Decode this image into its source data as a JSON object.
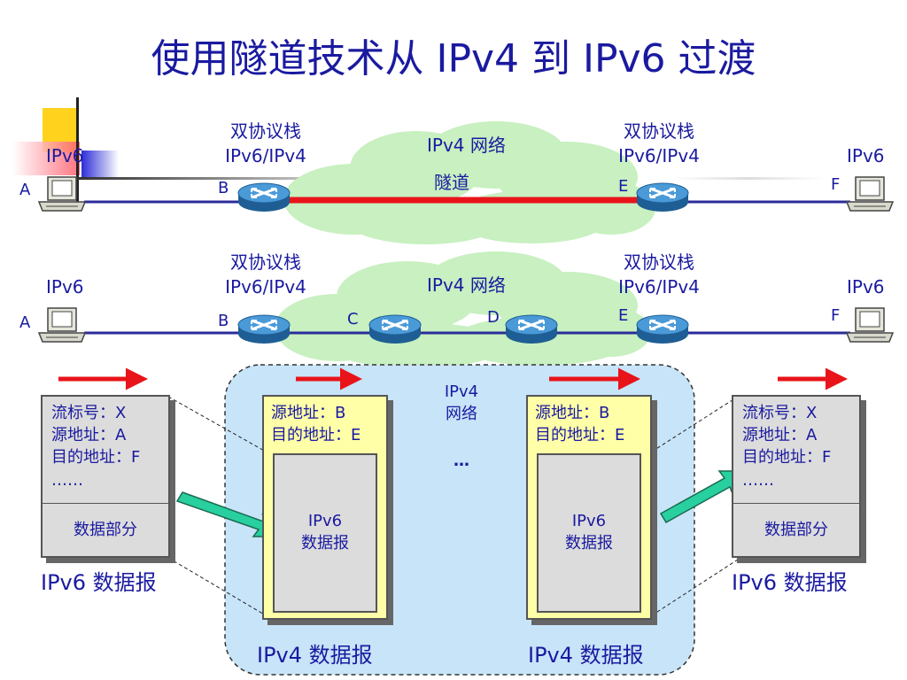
{
  "title": "使用隧道技术从 IPv4 到 IPv6 过渡",
  "colors": {
    "text": "#1a1aa0",
    "link": "#2b2b9a",
    "tunnel": "#e8141a",
    "cloud": "#c8f0c0",
    "router": "#2a7ab8",
    "packet_yellow": "#ffffa8",
    "packet_gray": "#dcdcdc",
    "tunnel_region": "#c8e4f8",
    "arrow_red": "#e8141a",
    "arrow_green": "#28d0a0"
  },
  "top_diagram": {
    "host_a": {
      "type": "IPv6",
      "label": "A",
      "icon": "computer-icon"
    },
    "host_f": {
      "type": "IPv6",
      "label": "F",
      "icon": "computer-icon"
    },
    "router_b": {
      "stack": "双协议栈",
      "proto": "IPv6/IPv4",
      "label": "B",
      "icon": "router-icon"
    },
    "router_e": {
      "stack": "双协议栈",
      "proto": "IPv6/IPv4",
      "label": "E",
      "icon": "router-icon"
    },
    "network": "IPv4 网络",
    "tunnel": "隧道"
  },
  "bottom_diagram": {
    "host_a": {
      "type": "IPv6",
      "label": "A"
    },
    "host_f": {
      "type": "IPv6",
      "label": "F"
    },
    "router_b": {
      "stack": "双协议栈",
      "proto": "IPv6/IPv4",
      "label": "B"
    },
    "router_c": {
      "label": "C"
    },
    "router_d": {
      "label": "D"
    },
    "router_e": {
      "stack": "双协议栈",
      "proto": "IPv6/IPv4",
      "label": "E"
    },
    "network": "IPv4 网络"
  },
  "packets": {
    "ipv6_left": {
      "lines": [
        "流标号：X",
        "源地址：A",
        "目的地址：F",
        "……"
      ],
      "data": "数据部分",
      "caption": "IPv6 数据报"
    },
    "ipv4_left": {
      "lines": [
        "源地址：B",
        "目的地址：E"
      ],
      "inner": [
        "IPv6",
        "数据报"
      ],
      "caption": "IPv4 数据报"
    },
    "ipv4_right": {
      "lines": [
        "源地址：B",
        "目的地址：E"
      ],
      "inner": [
        "IPv6",
        "数据报"
      ],
      "caption": "IPv4 数据报"
    },
    "ipv6_right": {
      "lines": [
        "流标号：X",
        "源地址：A",
        "目的地址：F",
        "……"
      ],
      "data": "数据部分",
      "caption": "IPv6 数据报"
    },
    "middle_net": [
      "IPv4",
      "网络"
    ],
    "ellipsis": "…"
  }
}
